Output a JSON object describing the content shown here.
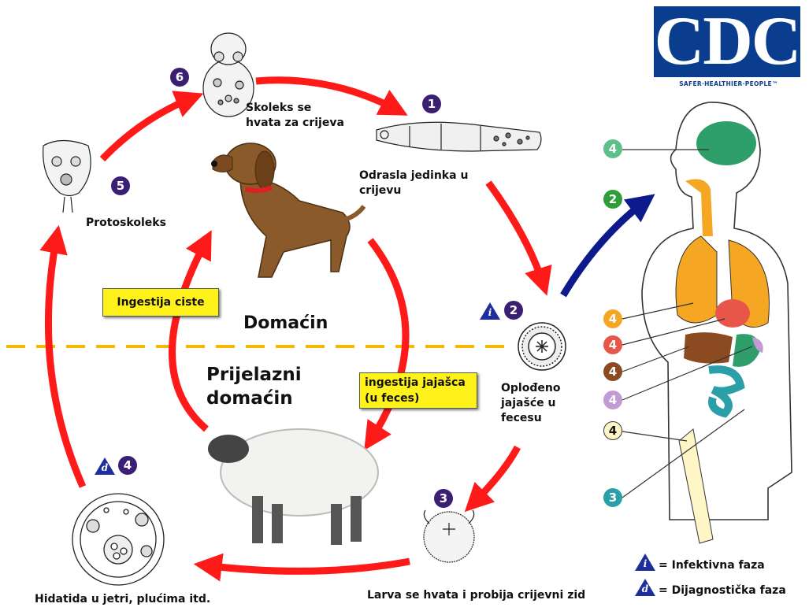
{
  "logo": {
    "text": "CDC",
    "tagline": "SAFER·HEALTHIER·PEOPLE™"
  },
  "stages": {
    "s1": {
      "number": "1",
      "label_lines": [
        "Odrasla jedinka u",
        "crijevu"
      ]
    },
    "s2": {
      "number": "2",
      "label_lines": [
        "Oplođeno",
        "jajašće u",
        "fecesu"
      ]
    },
    "s3": {
      "number": "3",
      "label": "Larva se hvata i probija crijevni zid"
    },
    "s4": {
      "number": "4",
      "label": "Hidatida u jetri, plućima itd."
    },
    "s5": {
      "number": "5",
      "label": "Protoskoleks"
    },
    "s6": {
      "number": "6",
      "label_lines": [
        "Skoleks se",
        "hvata za crijeva"
      ]
    }
  },
  "hosts": {
    "definitive": "Domaćin",
    "intermediate_lines": [
      "Prijelazni",
      "domaćin"
    ]
  },
  "boxes": {
    "cyst_ingestion": "Ingestija ciste",
    "egg_ingestion_lines": [
      "ingestija jajašca",
      "(u feces)"
    ]
  },
  "human": {
    "markers": [
      "4",
      "2",
      "4",
      "4",
      "4",
      "4",
      "4",
      "3"
    ]
  },
  "legend": {
    "infective_symbol": "i",
    "infective_label": "= Infektivna faza",
    "diagnostic_symbol": "d",
    "diagnostic_label": "= Dijagnostička faza"
  },
  "colors": {
    "arrow_red": "#ff1a1a",
    "arrow_blue": "#0d1a8c",
    "stage_purple": "#3b1f73",
    "highlight_yellow": "#fff21a",
    "divider_orange": "#f5b800",
    "cdc_blue": "#0b3d8f"
  }
}
